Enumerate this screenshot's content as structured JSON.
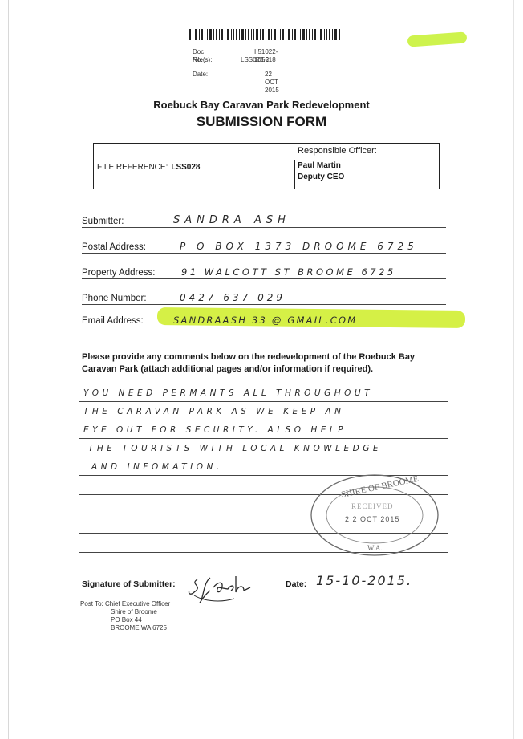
{
  "header": {
    "doc_no_label": "Doc No:",
    "doc_no": "I:51022-105618",
    "files_label": "File(s):",
    "files": "LSS028.2",
    "date_label": "Date:",
    "date": "22 OCT 2015"
  },
  "title": {
    "line1": "Roebuck Bay Caravan Park Redevelopment",
    "line2": "SUBMISSION FORM"
  },
  "reference_box": {
    "file_reference_label": "FILE REFERENCE:",
    "file_reference": "LSS028",
    "responsible_officer_label": "Responsible Officer:",
    "officer_name": "Paul Martin",
    "officer_title": "Deputy CEO"
  },
  "fields": {
    "submitter": {
      "label": "Submitter:",
      "value": "SANDRA ASH"
    },
    "postal": {
      "label": "Postal Address:",
      "value": "P O BOX 1373 DROOME 6725"
    },
    "property": {
      "label": "Property Address:",
      "value": "91 WALCOTT ST BROOME 6725"
    },
    "phone": {
      "label": "Phone Number:",
      "value": "0427 637 029"
    },
    "email": {
      "label": "Email Address:",
      "value": "SANDRAASH 33 @ GMAIL.COM"
    }
  },
  "instructions": "Please provide any comments below on the redevelopment of the Roebuck Bay Caravan Park (attach additional pages and/or information if required).",
  "comments": [
    "YOU NEED PERMANTS ALL THROUGHOUT",
    "THE CARAVAN PARK AS WE KEEP AN",
    "EYE OUT FOR SECURITY. ALSO HELP",
    "THE TOURISTS WITH LOCAL KNOWLEDGE",
    "AND INFOMATION."
  ],
  "stamp": {
    "top": "SHIRE OF BROOME",
    "middle": "RECEIVED",
    "date": "2 2 OCT 2015",
    "bottom": "W.A."
  },
  "signature": {
    "label": "Signature of Submitter:",
    "signature_text": "S Ash",
    "date_label": "Date:",
    "date_value": "15-10-2015."
  },
  "post_to": {
    "label": "Post To:",
    "lines": [
      "Chief Executive Officer",
      "Shire of Broome",
      "PO Box 44",
      "BROOME  WA  6725"
    ]
  },
  "colors": {
    "highlighter": "#d5f046",
    "ink": "#2a2a2a"
  }
}
